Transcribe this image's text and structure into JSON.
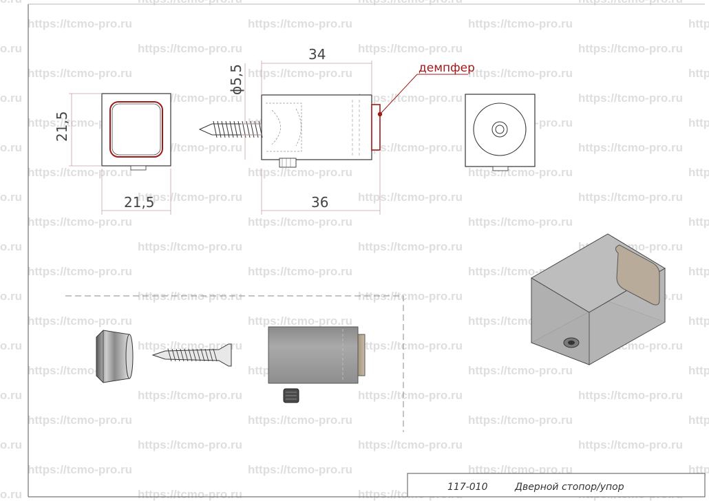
{
  "watermark": "https://tcmo-pro.ru",
  "dimensions": {
    "height_front": "21,5",
    "width_front": "21,5",
    "diameter": "ϕ5,5",
    "length_top": "34",
    "length_bottom": "36"
  },
  "callout": {
    "label": "демпфер"
  },
  "title_block": {
    "code": "117-010",
    "name": "Дверной стопор/упор"
  },
  "colors": {
    "accent": "#a01818",
    "dim_line": "#c9a0a0",
    "body_gray": "#9a9a9a",
    "damper_tan": "#b8ab9a"
  }
}
